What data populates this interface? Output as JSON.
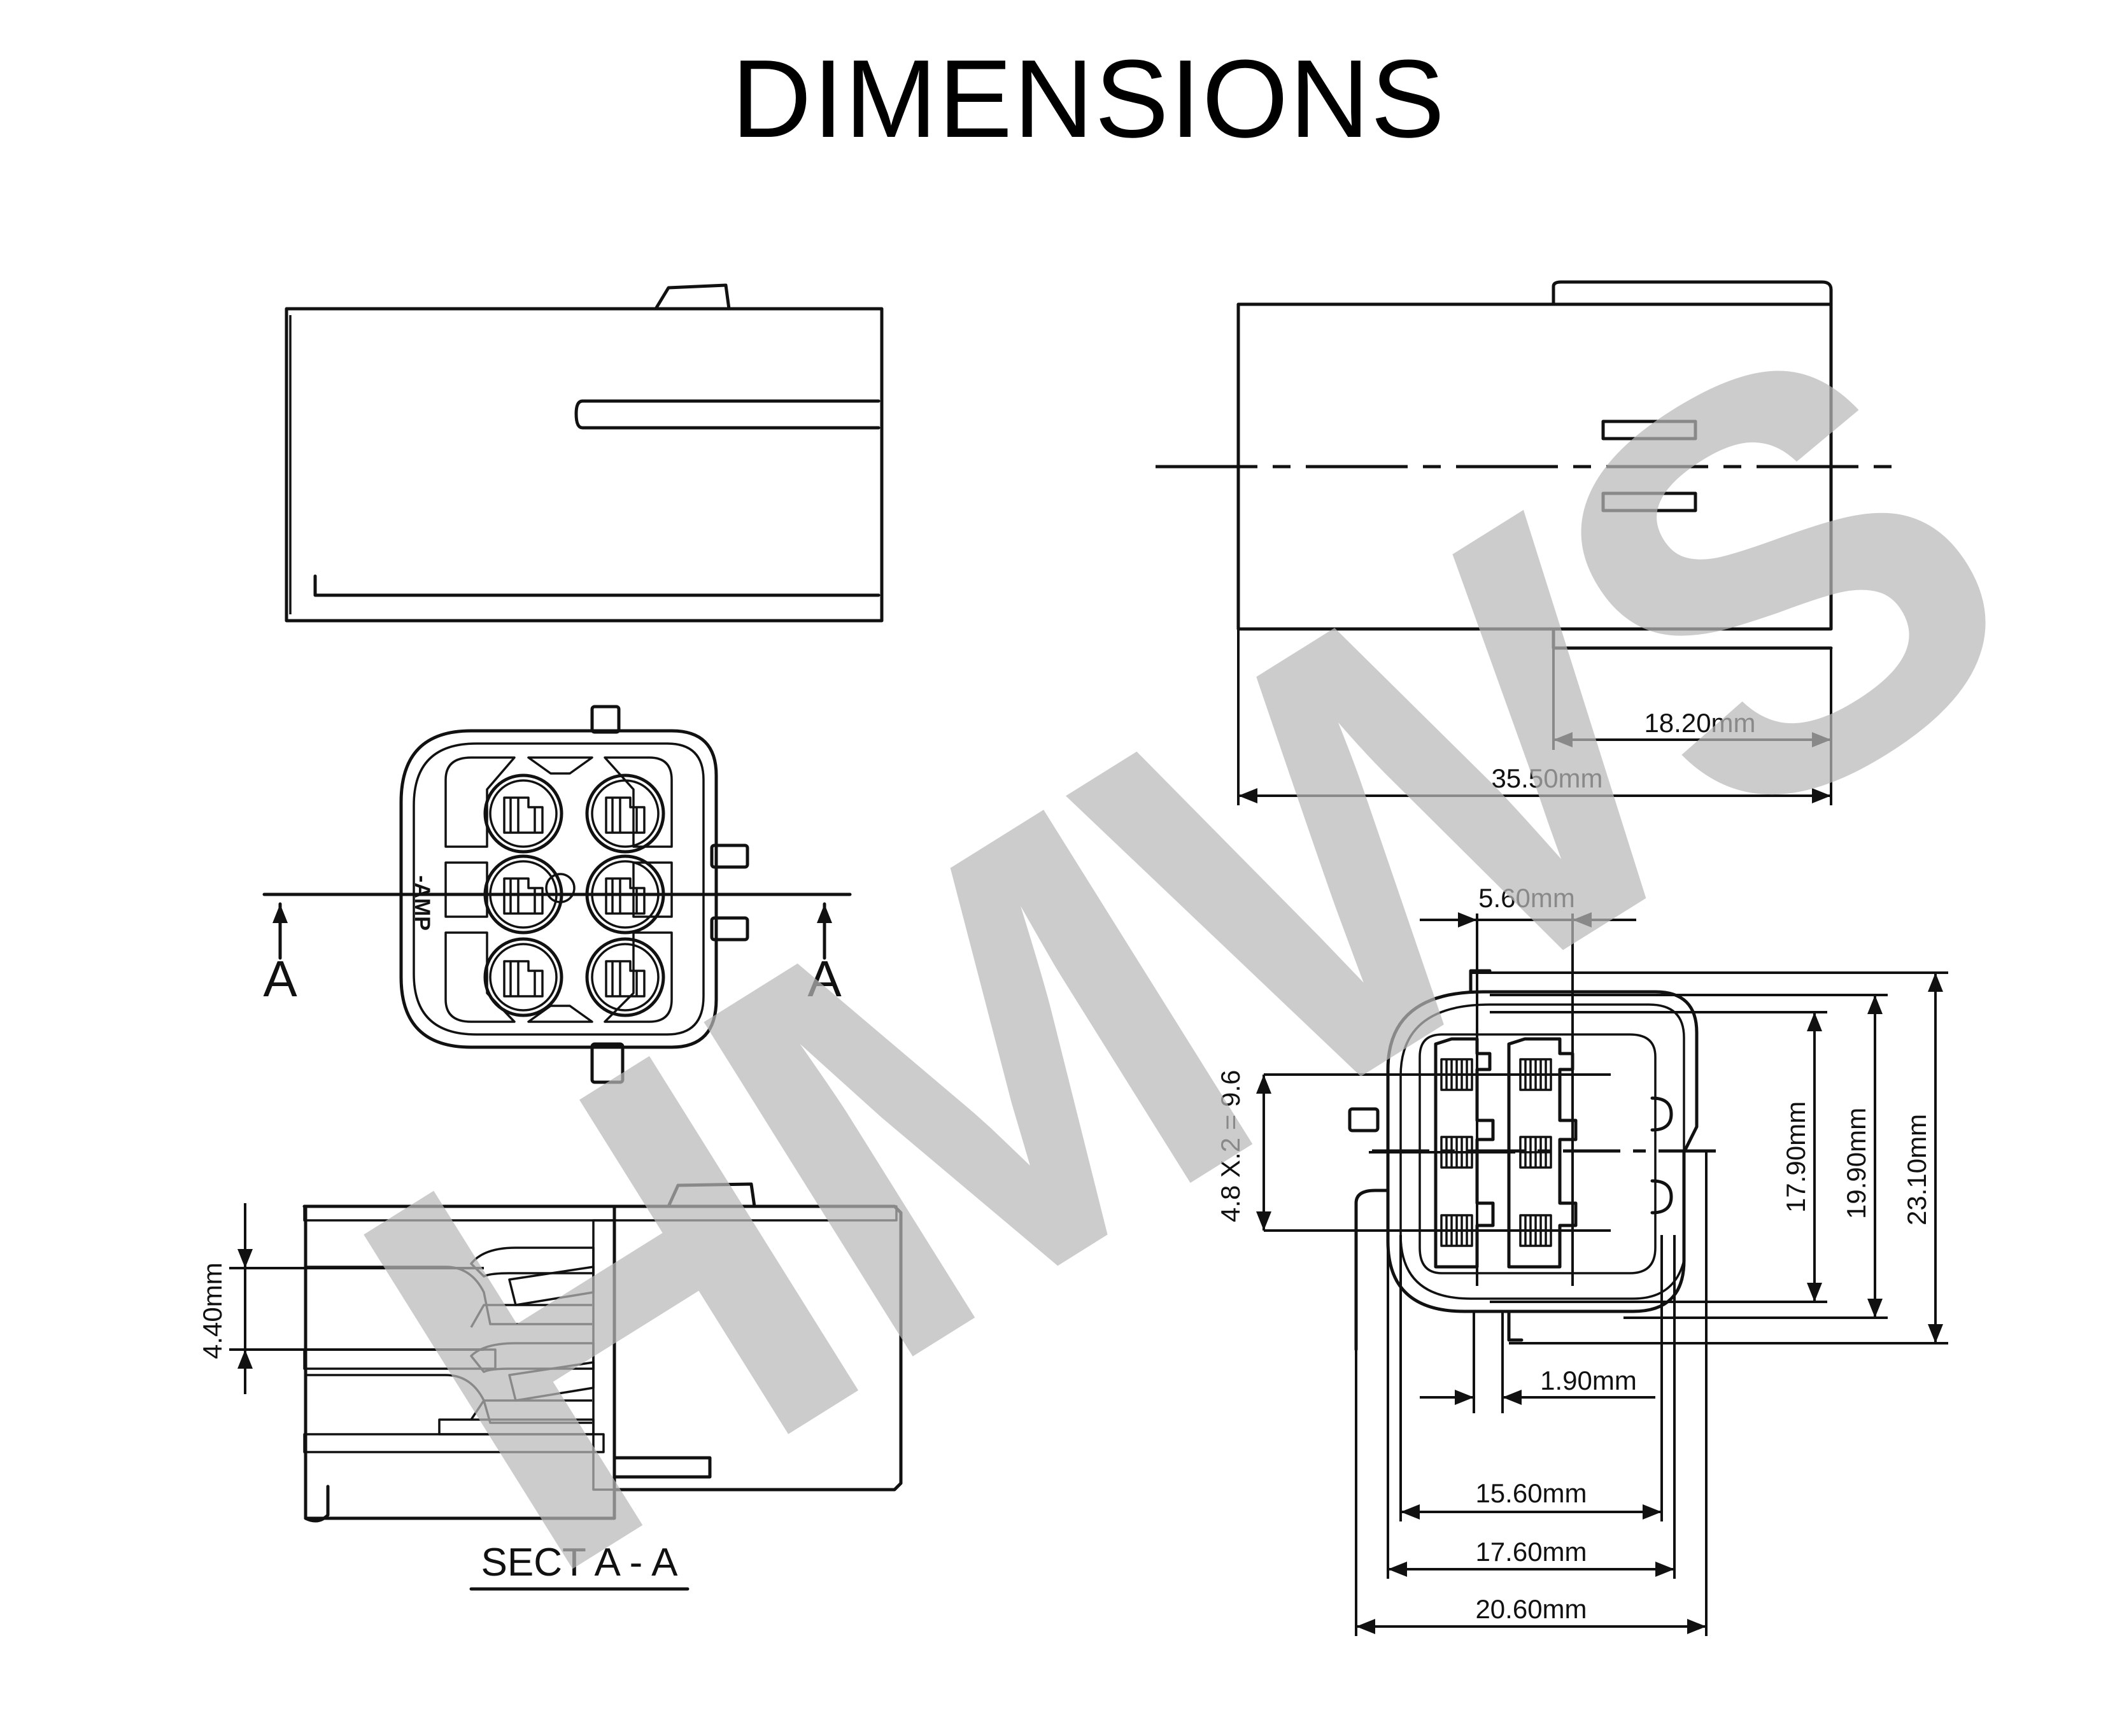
{
  "title": "DIMENSIONS",
  "watermark": "HMWS",
  "section": {
    "label": "SECT A - A",
    "marker_left": "A",
    "marker_right": "A"
  },
  "front_view": {
    "brand": "-AMP"
  },
  "dimensions": {
    "top_right": {
      "latch_length": "18.20mm",
      "overall_length": "35.50mm"
    },
    "section": {
      "pin_diameter": "4.40mm"
    },
    "face": {
      "pitch_width": "5.60mm",
      "pitch_vertical": "4.8 X.2 = 9.6",
      "height_inner": "17.90mm",
      "height_mid": "19.90mm",
      "height_outer": "23.10mm",
      "key_width": "1.90mm",
      "width_inner": "15.60mm",
      "width_mid": "17.60mm",
      "width_outer": "20.60mm"
    }
  },
  "colors": {
    "ink": "#111111",
    "watermark": "#b9b9b9",
    "background": "#ffffff"
  }
}
